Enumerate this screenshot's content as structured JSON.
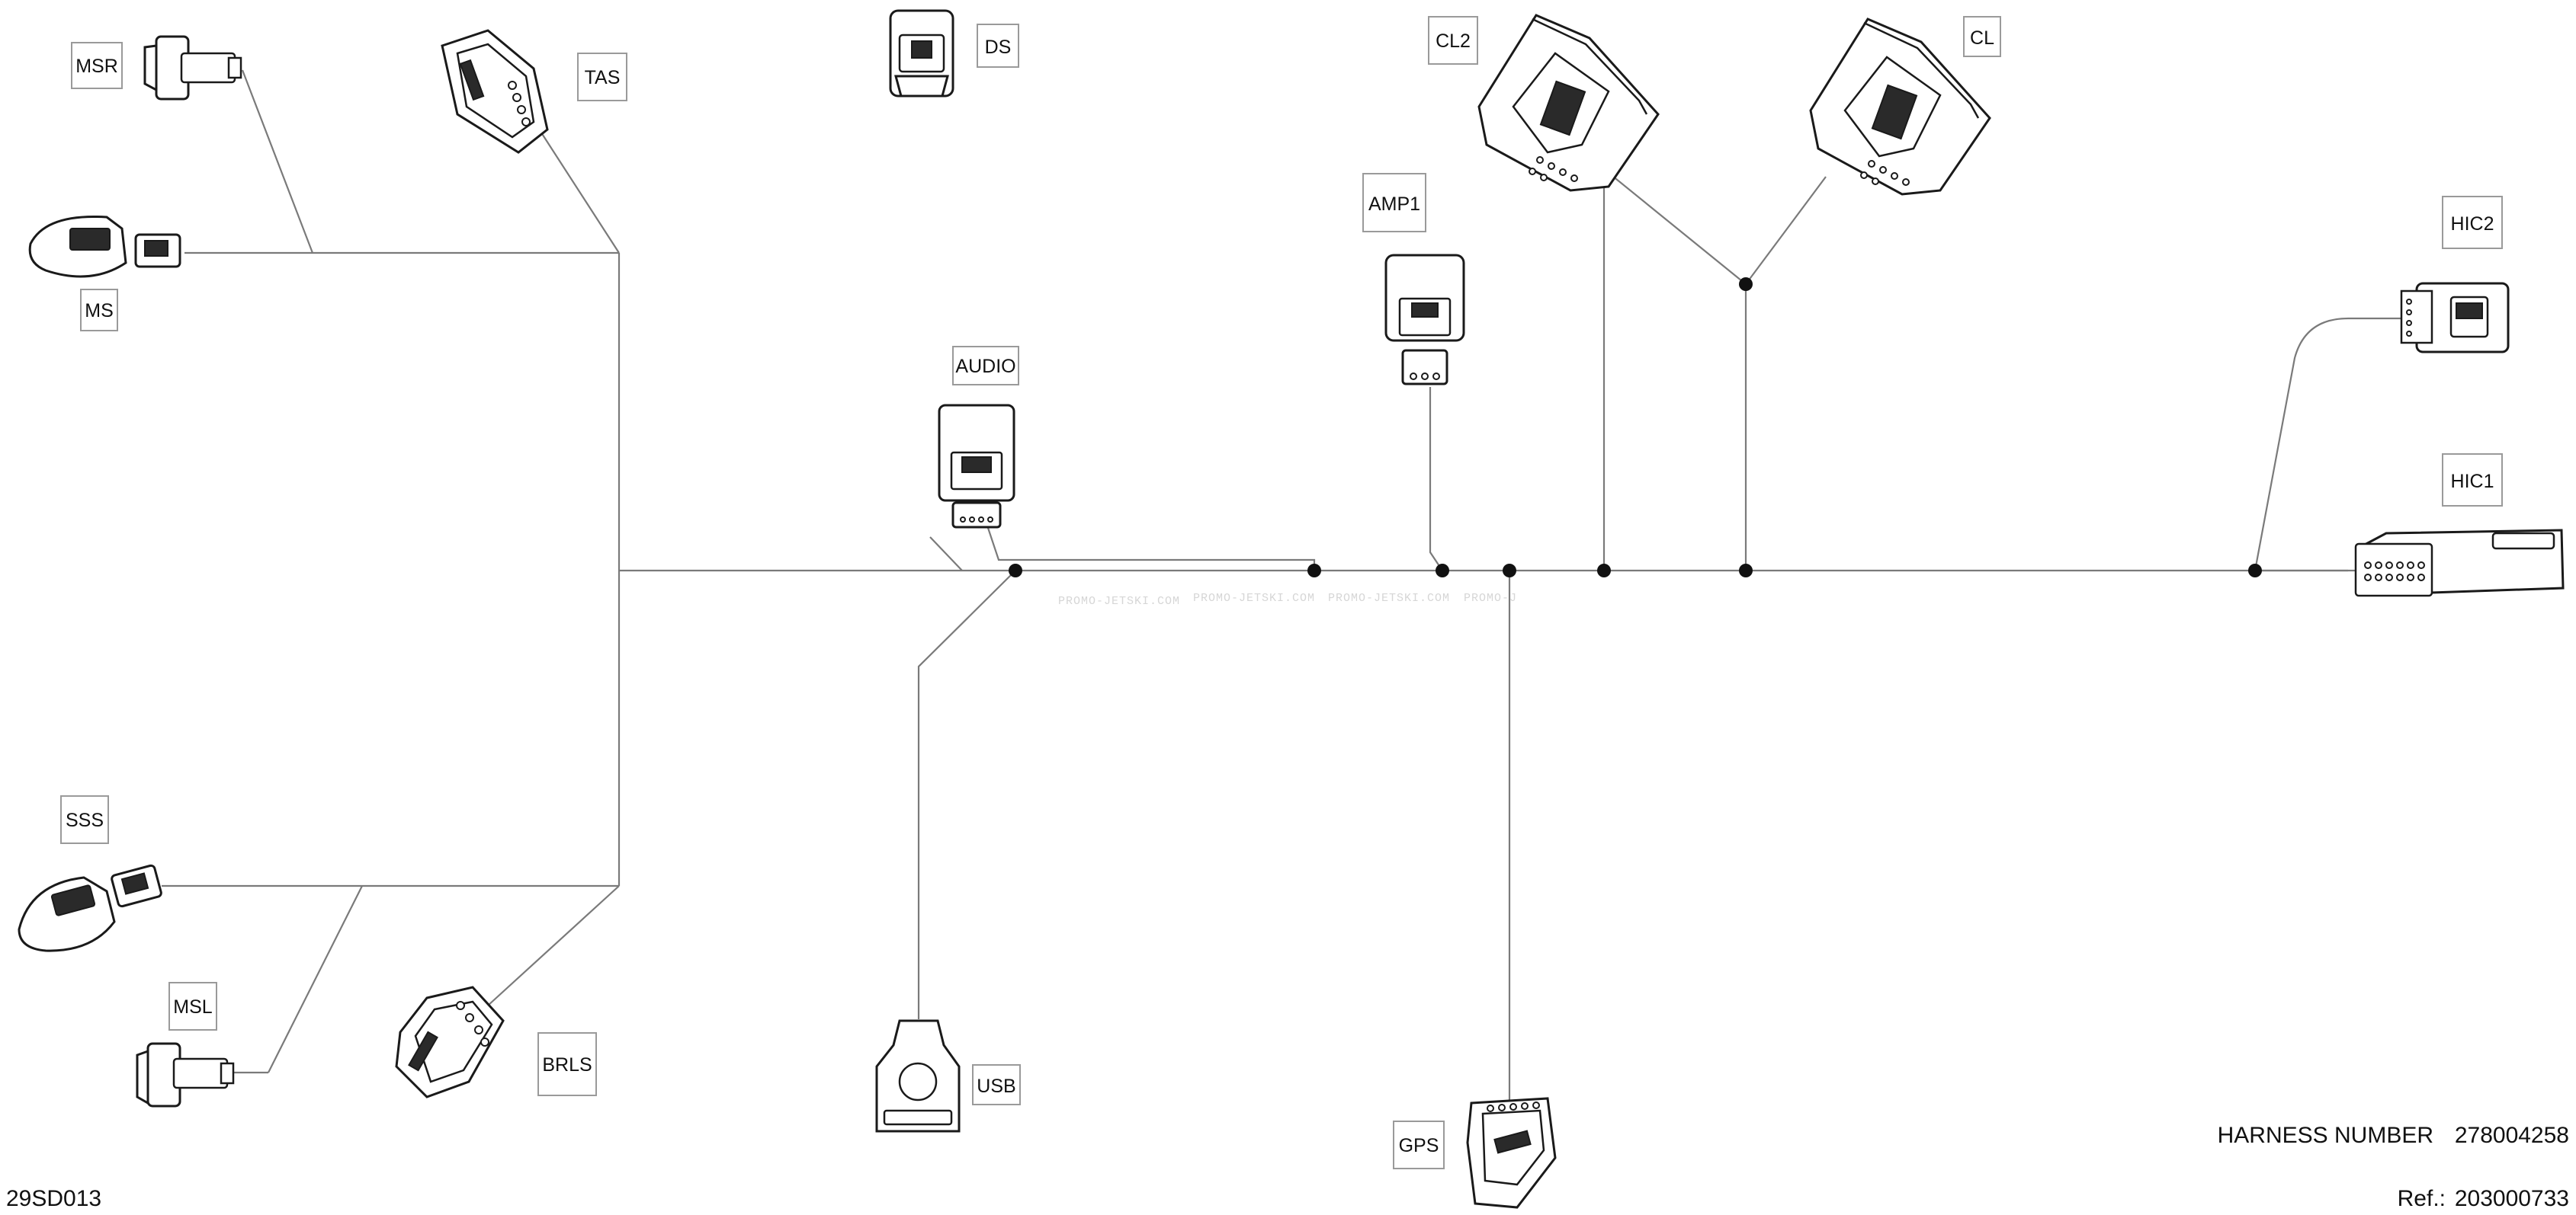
{
  "labels": {
    "msr": "MSR",
    "tas": "TAS",
    "ds": "DS",
    "cl2": "CL2",
    "cl": "CL",
    "hic2": "HIC2",
    "hic1": "HIC1",
    "ms": "MS",
    "amp1": "AMP1",
    "audio": "AUDIO",
    "sss": "SSS",
    "msl": "MSL",
    "brls": "BRLS",
    "usb": "USB",
    "gps": "GPS"
  },
  "watermark": {
    "segments": [
      "PROMO-JETSKI.COM",
      "PROMO-JETSKI.COM",
      "PROMO-JETSKI.COM",
      "PROMO-J"
    ]
  },
  "footer": {
    "drawing_code": "29SD013",
    "harness_label": "HARNESS NUMBER",
    "harness_number": "278004258",
    "ref_label": "Ref.:",
    "ref_number": "203000733"
  },
  "colors": {
    "wire": "#7a7a7a",
    "node": "#111111",
    "outline": "#1a1a1a"
  }
}
